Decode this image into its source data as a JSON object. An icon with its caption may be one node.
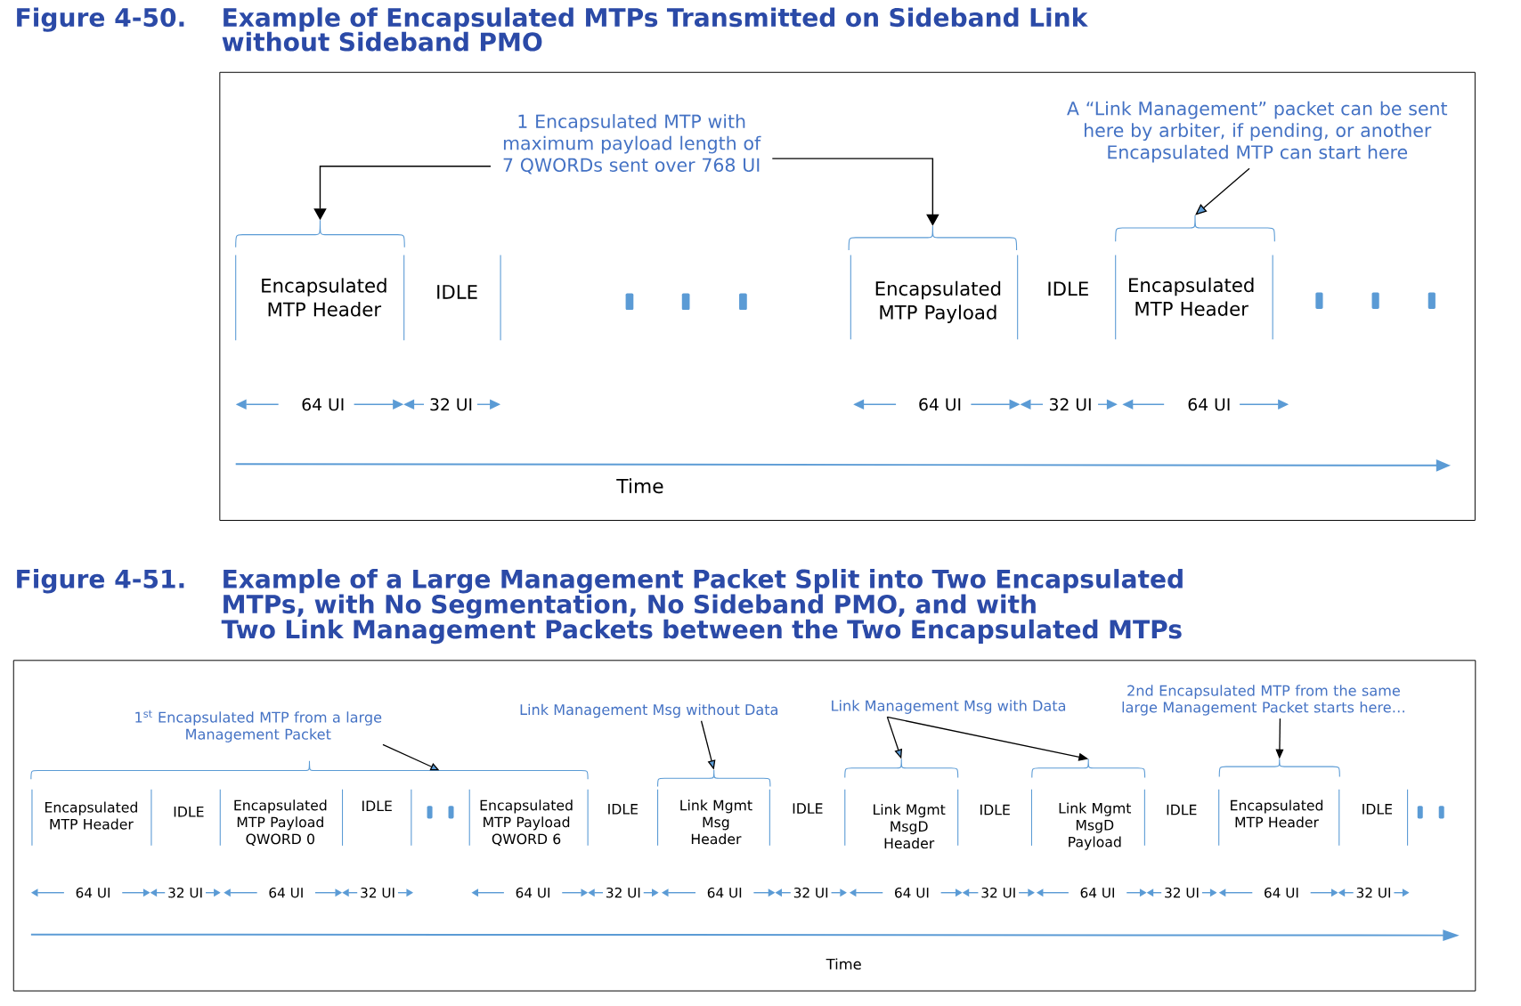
{
  "diagram": {
    "nodes": [
      {
        "text": [
          "1 Encapsulated MTP with maximum payload length of 7 QWORDs sent over 768 UI"
        ]
      },
      {
        "text": [
          "A “Link Management” packet can be sent here by arbiter, if pending, or another Encapsulated MTP can start here"
        ]
      },
      {
        "text": [],
        "shape": "brace"
      },
      {
        "text": [],
        "shape": "brace"
      },
      {
        "text": [],
        "shape": "brace"
      },
      {
        "text": [
          "Encapsulated MTP Header"
        ]
      },
      {
        "text": [
          "IDLE"
        ]
      },
      {
        "text": [
          "Encapsulated MTP Payload"
        ]
      },
      {
        "text": [
          "IDLE"
        ]
      },
      {
        "text": [
          "Encapsulated MTP Header"
        ]
      },
      {
        "text": [
          "1$^{st}$ Encapsulated MTP from a large Management Packet"
        ]
      },
      {
        "text": [
          "Link Management Msg without Data"
        ]
      },
      {
        "text": [
          "Link Management Msg with Data"
        ]
      },
      {
        "text": [
          "2nd Encapsulated MTP from the same large Management Packet starts here…"
        ]
      },
      {
        "text": [],
        "shape": "brace"
      },
      {
        "text": [],
        "shape": "brace"
      },
      {
        "text": [],
        "shape": "brace"
      },
      {
        "text": [],
        "shape": "brace"
      },
      {
        "text": [],
        "shape": "brace"
      },
      {
        "text": [
          "Encapsulated MTP Header"
        ]
      },
      {
        "text": [
          "IDLE"
        ]
      },
      {
        "text": [
          "Encapsulated MTP Payload QWORD 0"
        ]
      },
      {
        "text": [
          "IDLE"
        ]
      },
      {
        "text": [
          "Encapsulated MTP Payload QWORD 6"
        ]
      },
      {
        "text": [
          "IDLE"
        ]
      },
      {
        "text": [
          "Link Mgmt Msg Header"
        ]
      },
      {
        "text": [
          "IDLE"
        ]
      },
      {
        "text": [
          "Link Mgmt MsgD Header"
        ]
      },
      {
        "text": [
          "IDLE"
        ]
      },
      {
        "text": [
          "Link Mgmt MsgD Payload"
        ]
      },
      {
        "text": [
          "IDLE"
        ]
      },
      {
        "text": [
          "Encapsulated MTP Header"
        ]
      },
      {
        "text": [
          "IDLE"
        ]
      }
    ],
    "edges": [
      {
        "from": 0,
        "to": 2,
        "arrow": "to"
      },
      {
        "from": 0,
        "to": 3,
        "arrow": "to"
      },
      {
        "from": 1,
        "to": 4,
        "arrow": "to"
      },
      {
        "from": 10,
        "to": 14,
        "arrow": "to"
      },
      {
        "from": 11,
        "to": 15,
        "arrow": "to"
      },
      {
        "from": 12,
        "to": 16,
        "arrow": "to"
      },
      {
        "from": 12,
        "to": 17,
        "arrow": "to"
      },
      {
        "from": 13,
        "to": 18,
        "arrow": "to"
      }
    ],
    "labels": [
      "Figure 4-50.",
      "Example of Encapsulated MTPs Transmitted on Sideband Link without Sideband PMO",
      "64 UI",
      "32 UI",
      "64 UI",
      "32 UI",
      "64 UI",
      "Time",
      "Figure 4-51.",
      "Example of a Large Management Packet Split into Two Encapsulated MTPs, with No Segmentation, No Sideband PMO, and with Two Link Management Packets between the Two Encapsulated MTPs",
      "64 UI",
      "32 UI",
      "64 UI",
      "32 UI",
      "64 UI",
      "32 UI",
      "64 UI",
      "32 UI",
      "64 UI",
      "32 UI",
      "64 UI",
      "32 UI",
      "64 UI",
      "32 UI",
      "Time"
    ]
  }
}
